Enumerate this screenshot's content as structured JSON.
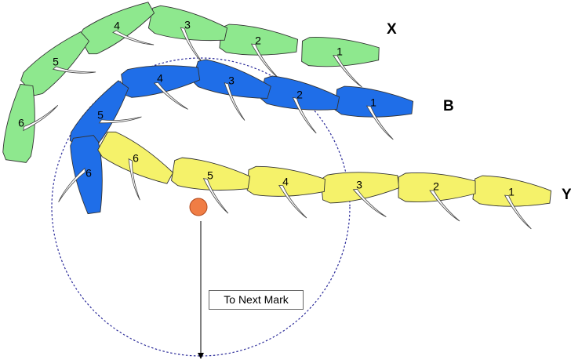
{
  "fleets": [
    {
      "label": "X",
      "color": "#8ee88e",
      "boats": [
        {
          "number": "1"
        },
        {
          "number": "2"
        },
        {
          "number": "3"
        },
        {
          "number": "4"
        },
        {
          "number": "5"
        },
        {
          "number": "6"
        }
      ]
    },
    {
      "label": "B",
      "color": "#1f6ee8",
      "boats": [
        {
          "number": "1"
        },
        {
          "number": "2"
        },
        {
          "number": "3"
        },
        {
          "number": "4"
        },
        {
          "number": "5"
        },
        {
          "number": "6"
        }
      ]
    },
    {
      "label": "Y",
      "color": "#f5f26a",
      "boats": [
        {
          "number": "1"
        },
        {
          "number": "2"
        },
        {
          "number": "3"
        },
        {
          "number": "4"
        },
        {
          "number": "5"
        },
        {
          "number": "6"
        }
      ]
    }
  ],
  "mark": {
    "color": "#f07d45"
  },
  "direction_label": "To Next Mark",
  "zone_circle": {
    "color": "#2c2c9a"
  }
}
